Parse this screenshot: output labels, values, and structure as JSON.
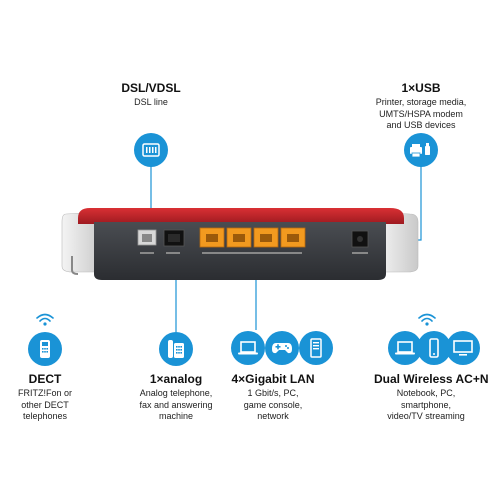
{
  "dsl": {
    "title": "DSL/VDSL",
    "lines": [
      "DSL line"
    ],
    "icon": "dsl-port-icon"
  },
  "usb": {
    "title": "1×USB",
    "lines": [
      "Printer, storage media,",
      "UMTS/HSPA modem",
      "and USB devices"
    ],
    "icon": "printer-usb-icon"
  },
  "dect": {
    "title": "DECT",
    "lines": [
      "FRITZ!Fon or",
      "other DECT",
      "telephones"
    ],
    "icon": "dect-phone-icon"
  },
  "analog": {
    "title": "1×analog",
    "lines": [
      "Analog telephone,",
      "fax and answering",
      "machine"
    ],
    "icon": "analog-phone-icon"
  },
  "lan": {
    "title": "4×Gigabit LAN",
    "lines": [
      "1 Gbit/s, PC,",
      "game console,",
      "network"
    ],
    "icon": "lan-devices-icon"
  },
  "wireless": {
    "title": "Dual Wireless  AC+N",
    "lines": [
      "Notebook, PC,",
      "smartphone,",
      "video/TV streaming"
    ],
    "icon": "wireless-devices-icon"
  },
  "colors": {
    "accent": "#1a93d6",
    "router_red": "#c0202a",
    "router_body": "#3a3d42",
    "lan_orange": "#f29a1f"
  }
}
